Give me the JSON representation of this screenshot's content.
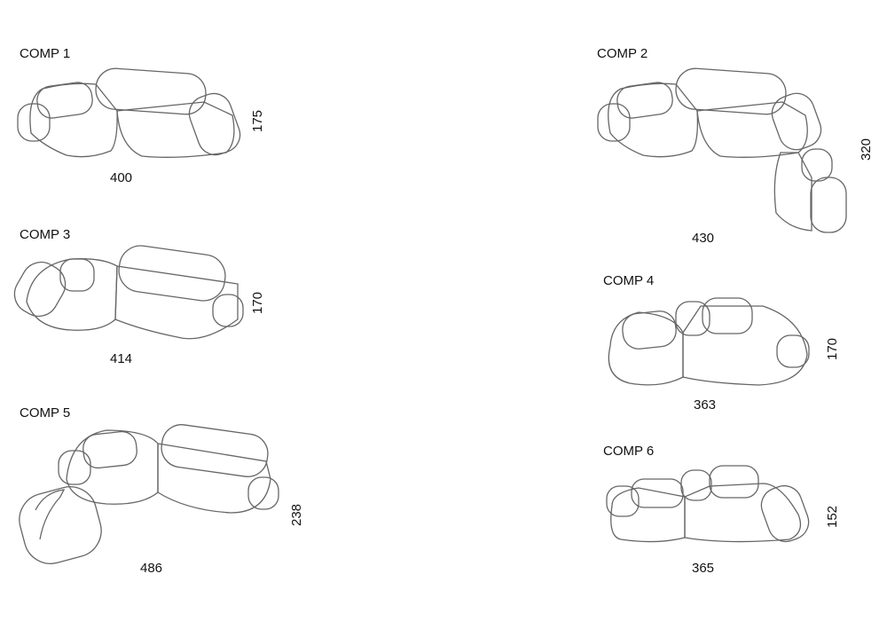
{
  "compositions": [
    {
      "label": "COMP 1",
      "width": "400",
      "depth": "175"
    },
    {
      "label": "COMP 2",
      "width": "430",
      "depth": "320"
    },
    {
      "label": "COMP 3",
      "width": "414",
      "depth": "170"
    },
    {
      "label": "COMP 4",
      "width": "363",
      "depth": "170"
    },
    {
      "label": "COMP 5",
      "width": "486",
      "depth": "238"
    },
    {
      "label": "COMP 6",
      "width": "365",
      "depth": "152"
    }
  ]
}
